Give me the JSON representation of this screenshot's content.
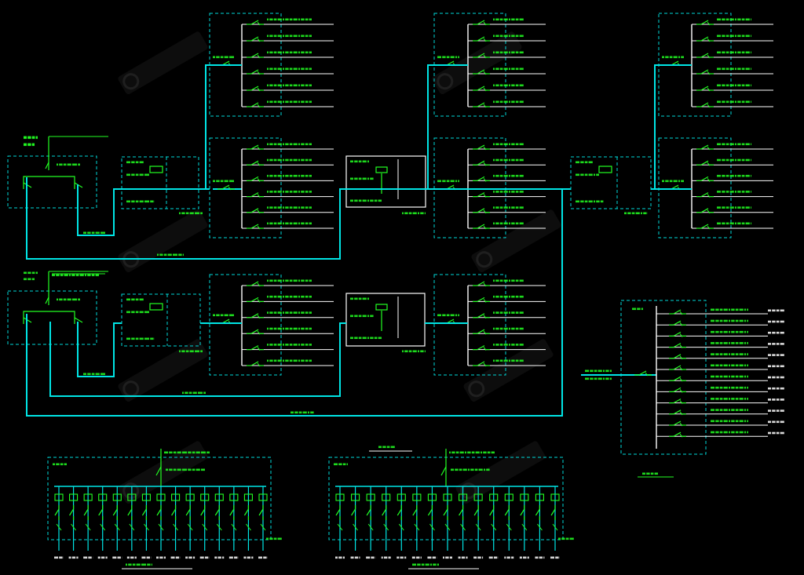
{
  "diagram": {
    "type": "electrical single-line distribution schematic (CAD)",
    "colors": {
      "background": "#000000",
      "bus": "#00e5e5",
      "boundary": "#00d8d8",
      "feeder": "#ffffff",
      "component": "#22ff22",
      "frame": "#ffffff"
    },
    "watermark": "",
    "boards": [
      {
        "id": "board-1",
        "feeders": 6,
        "panels": 2
      },
      {
        "id": "board-2",
        "feeders": 6,
        "panels": 2
      },
      {
        "id": "board-3",
        "feeders": 6,
        "panels": 2
      },
      {
        "id": "board-4",
        "feeders": 6
      },
      {
        "id": "board-5",
        "feeders": 6
      },
      {
        "id": "board-6",
        "feeders": 12
      },
      {
        "id": "board-7",
        "feeders": 14
      },
      {
        "id": "board-8",
        "feeders": 15
      }
    ]
  }
}
